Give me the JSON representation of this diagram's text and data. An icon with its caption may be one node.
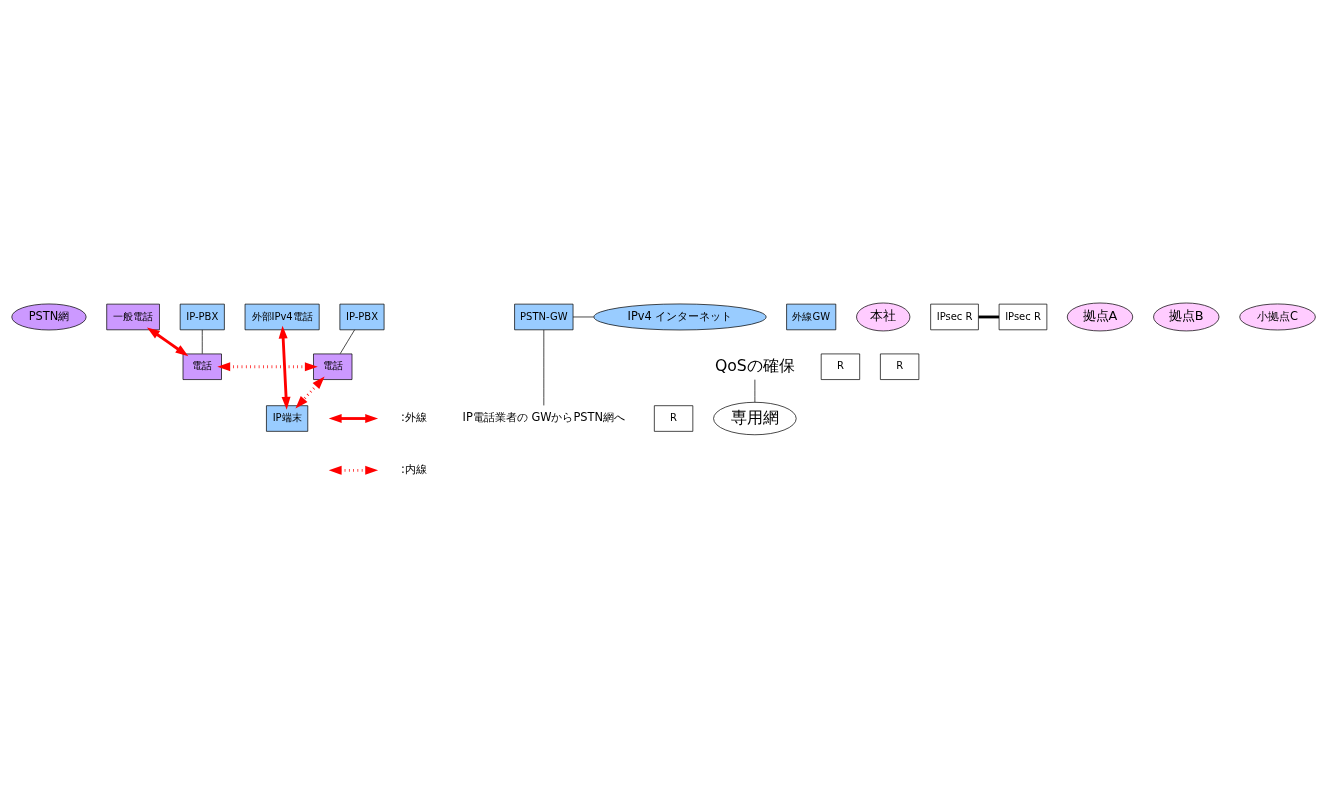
{
  "diagram": {
    "nodes": [
      {
        "text": [
          "PSTN網"
        ]
      },
      {
        "text": [
          "一般電話"
        ]
      },
      {
        "text": [
          "PSTN-GW"
        ]
      },
      {
        "text": [
          "IPv4 インターネット"
        ]
      },
      {
        "text": [
          "外部IPv4電話"
        ]
      },
      {
        "text": [
          "外線GW"
        ]
      },
      {
        "text": [
          "本社"
        ]
      },
      {
        "text": [
          "IPsec R"
        ]
      },
      {
        "text": [
          "R"
        ]
      },
      {
        "text": [
          "専用網"
        ]
      },
      {
        "text": [
          "R"
        ]
      },
      {
        "text": [
          "R"
        ]
      },
      {
        "text": [
          "拠点A"
        ]
      },
      {
        "text": [
          "IP-PBX"
        ]
      },
      {
        "text": [
          "拠点B"
        ]
      },
      {
        "text": [
          "IP-PBX"
        ]
      },
      {
        "text": [
          "小拠点C"
        ]
      },
      {
        "text": [
          "IPsec R"
        ]
      },
      {
        "text": [
          "IP端末"
        ]
      },
      {
        "text": [
          "電話"
        ]
      },
      {
        "text": [
          "電話"
        ]
      },
      {
        "text": [
          "IP電話業者の GWからPSTN網へ"
        ]
      },
      {
        "text": [
          "QoSの確保"
        ]
      }
    ],
    "edges": [
      {
        "from": 1,
        "to": 19,
        "arrow": "both",
        "style": "thick",
        "color": "#ff0000"
      },
      {
        "from": 4,
        "to": 18,
        "arrow": "both",
        "style": "thick",
        "color": "#ff0000"
      },
      {
        "from": 19,
        "to": 20,
        "arrow": "both",
        "style": "dashed",
        "color": "#ff0000"
      },
      {
        "from": 20,
        "to": 18,
        "arrow": "both",
        "style": "dashed",
        "color": "#ff0000"
      },
      {
        "from": 2,
        "to": 3,
        "arrow": "none"
      },
      {
        "from": 7,
        "to": 17,
        "arrow": "none",
        "style": "thick"
      },
      {
        "from": 13,
        "to": 19,
        "arrow": "none"
      },
      {
        "from": 15,
        "to": 20,
        "arrow": "none"
      },
      {
        "from": 21,
        "to": 2,
        "arrow": "none"
      },
      {
        "from": 22,
        "to": 9,
        "arrow": "none"
      }
    ],
    "legend": [
      {
        "text": ":外線"
      },
      {
        "text": ":内線"
      }
    ]
  }
}
